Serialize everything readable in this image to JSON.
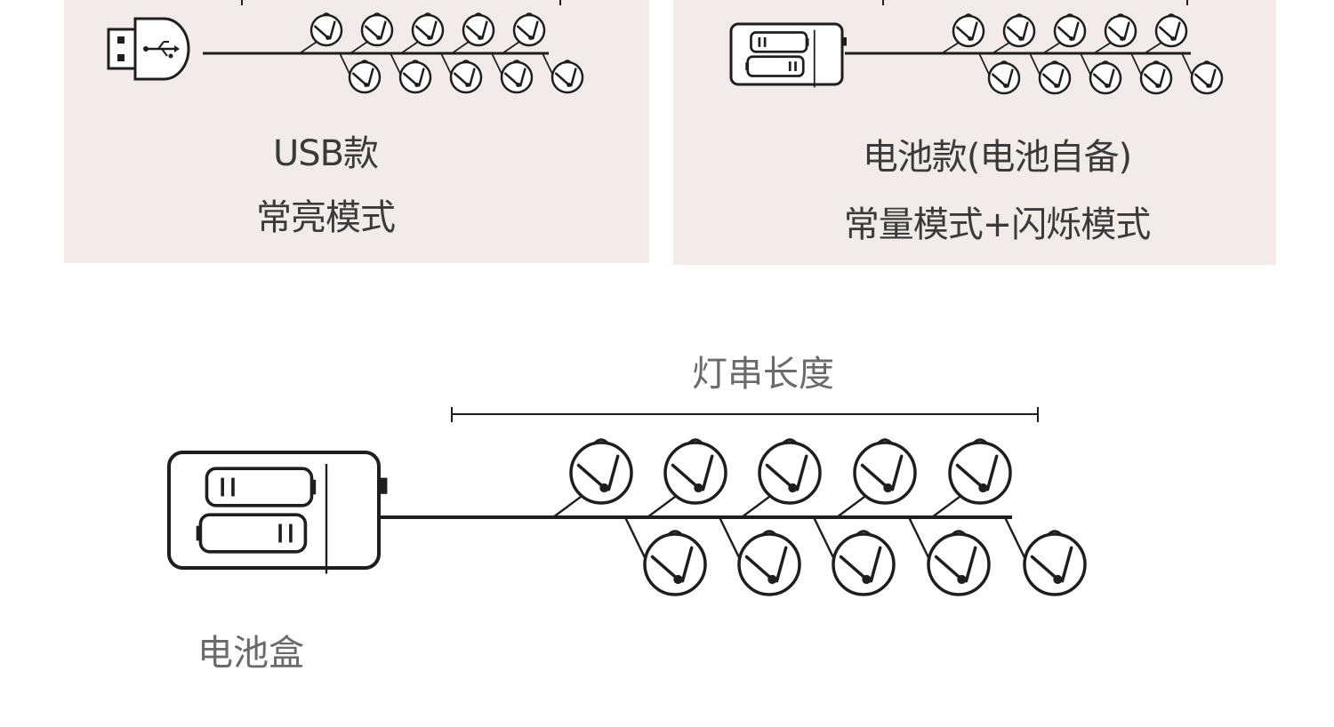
{
  "usb_panel": {
    "title": "USB款",
    "mode": "常亮模式"
  },
  "battery_panel": {
    "title": "电池款(电池自备)",
    "mode": "常量模式+闪烁模式"
  },
  "length_label": "灯串长度",
  "battery_box_label": "电池盒",
  "icons": {
    "usb_plug": "usb-plug-icon",
    "battery_box": "battery-box-icon",
    "bell": "jingle-bell-icon"
  },
  "colors": {
    "panel_bg": "#f2ebe7",
    "line": "#1e1e1e",
    "caption": "#3a3a3a",
    "label": "#6a6a6a"
  }
}
